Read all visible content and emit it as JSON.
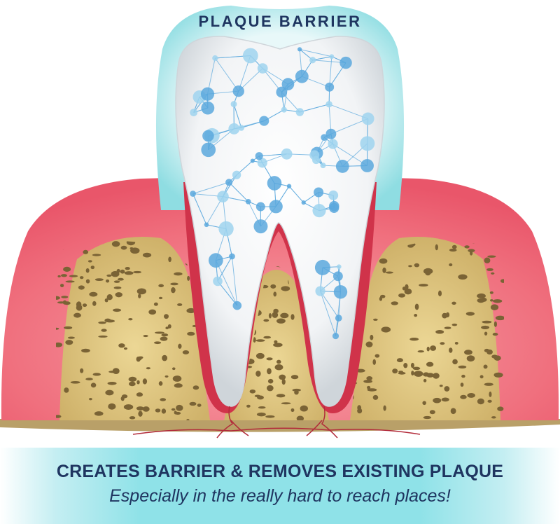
{
  "illustration": {
    "barrier_label": "PLAQUE BARRIER"
  },
  "banner": {
    "headline": "CREATES BARRIER & REMOVES EXISTING PLAQUE",
    "subline": "Especially in the really hard to reach places!"
  },
  "colors": {
    "navy_text": "#1f3560",
    "barrier_cyan": "#8fdde2",
    "gum_pink": "#f0707e",
    "gum_dark": "#d0334a",
    "bone_tan": "#d9c07a",
    "bone_spot": "#7a6335",
    "network_blue": "#5aa8dd"
  }
}
